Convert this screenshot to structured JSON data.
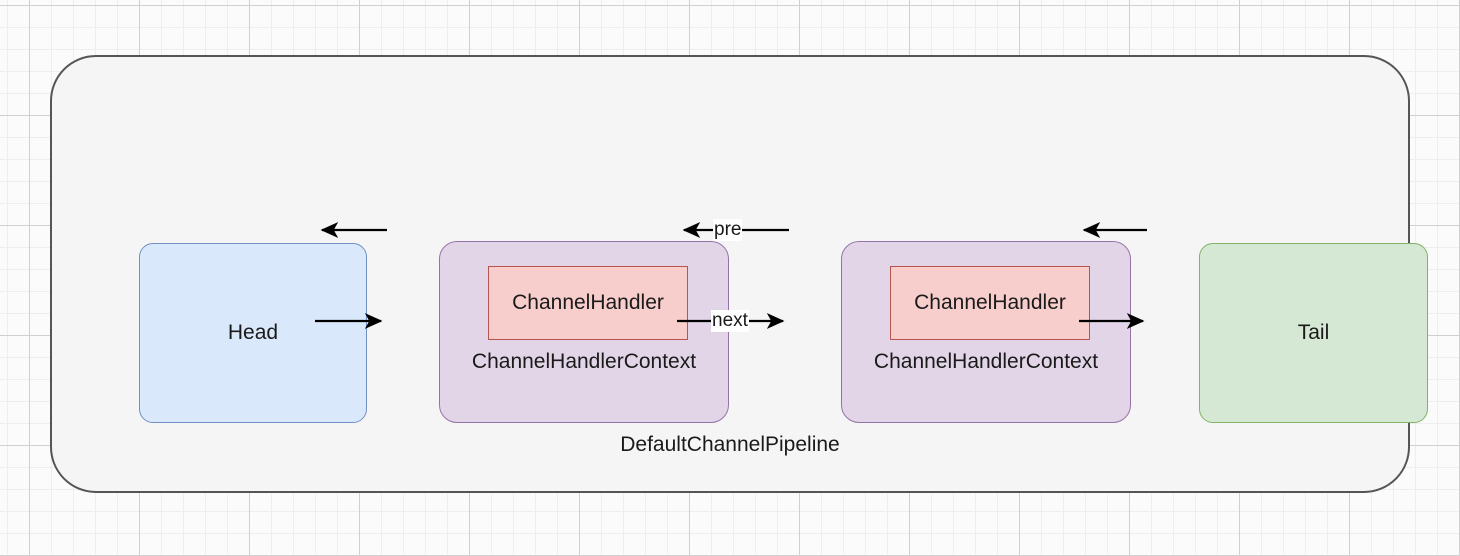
{
  "diagram": {
    "title": "DefaultChannelPipeline",
    "container_label": "DefaultChannelPipeline",
    "nodes": [
      {
        "id": "head",
        "label": "Head",
        "fill": "#dae8fc",
        "stroke": "#7191c4"
      },
      {
        "id": "context-1",
        "label": "ChannelHandlerContext",
        "fill": "#e1d5e7",
        "stroke": "#9673a6",
        "inner": {
          "id": "handler-1",
          "label": "ChannelHandler",
          "fill": "#f8cecc",
          "stroke": "#b85450"
        }
      },
      {
        "id": "context-2",
        "label": "ChannelHandlerContext",
        "fill": "#e1d5e7",
        "stroke": "#9673a6",
        "inner": {
          "id": "handler-2",
          "label": "ChannelHandler",
          "fill": "#f8cecc",
          "stroke": "#b85450"
        }
      },
      {
        "id": "tail",
        "label": "Tail",
        "fill": "#d5e8d4",
        "stroke": "#82b366"
      }
    ],
    "edges": [
      {
        "id": "ctx1-to-head",
        "label": "",
        "direction": "left"
      },
      {
        "id": "head-to-ctx1",
        "label": "",
        "direction": "right"
      },
      {
        "id": "ctx2-to-ctx1",
        "label": "pre",
        "direction": "left"
      },
      {
        "id": "ctx1-to-ctx2",
        "label": "next",
        "direction": "right"
      },
      {
        "id": "tail-to-ctx2",
        "label": "",
        "direction": "left"
      },
      {
        "id": "ctx2-to-tail",
        "label": "",
        "direction": "right"
      }
    ],
    "edge_labels": {
      "pre": "pre",
      "next": "next"
    },
    "colors": {
      "canvas": "#fbfbfb",
      "grid_minor": "#eeeeee",
      "grid_major": "#d0d0d0",
      "container_fill": "#f5f5f5",
      "container_stroke": "#555555",
      "arrow": "#000000",
      "text": "#1a1a1a"
    }
  }
}
